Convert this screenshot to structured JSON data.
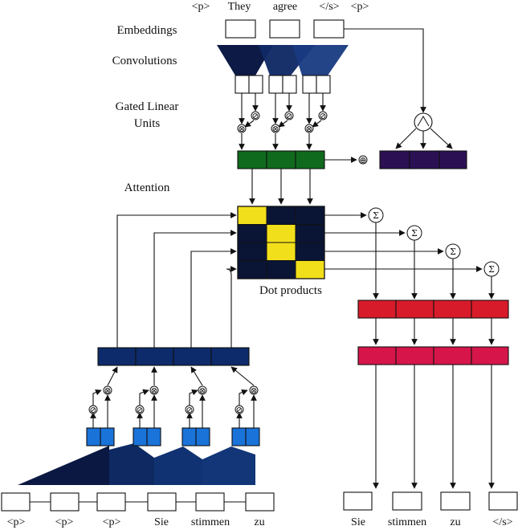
{
  "labels": {
    "embeddings": "Embeddings",
    "convolutions": "Convolutions",
    "glu_line1": "Gated Linear",
    "glu_line2": "Units",
    "attention": "Attention",
    "dot_products": "Dot products"
  },
  "source_tokens": [
    "<p>",
    "They",
    "agree",
    "</s>",
    "<p>"
  ],
  "target_input_tokens": [
    "<p>",
    "<p>",
    "<p>",
    "Sie",
    "stimmen",
    "zu"
  ],
  "output_tokens": [
    "Sie",
    "stimmen",
    "zu",
    "</s>"
  ],
  "symbols": {
    "multiply": "⊗",
    "sigmoid": "⊘",
    "add": "⊕",
    "sum": "Σ"
  },
  "colors": {
    "encoder_cnn": "#0c1a45",
    "glu_green": "#0f6a1d",
    "embed_purple": "#2c1054",
    "attention_dark": "#0a1535",
    "attention_yellow": "#f2df1b",
    "decoder_blue": "#0d2a6a",
    "decoder_units": "#1a73d9",
    "context_red": "#d81b2a",
    "context_red2": "#d6164a"
  },
  "attention_matrix": [
    [
      1,
      0,
      0
    ],
    [
      0,
      1,
      0
    ],
    [
      0,
      1,
      0
    ],
    [
      0,
      0,
      1
    ]
  ]
}
